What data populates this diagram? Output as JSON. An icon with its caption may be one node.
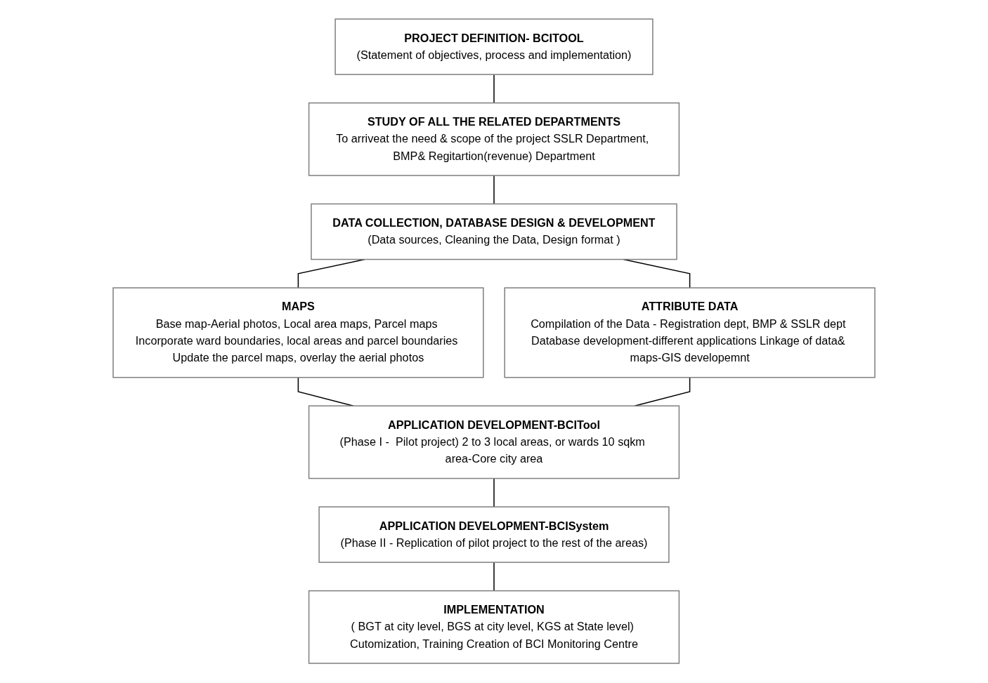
{
  "diagram": {
    "nodes": [
      {
        "text": [
          "PROJECT DEFINITION- BCITOOL",
          "(Statement of objectives, process and implementation)"
        ]
      },
      {
        "text": [
          "STUDY OF ALL THE RELATED DEPARTMENTS",
          "To arriveat the need & scope of the project SSLR Department, BMP& Regitartion(revenue) Department"
        ]
      },
      {
        "text": [
          "DATA COLLECTION, DATABASE DESIGN & DEVELOPMENT",
          "(Data sources, Cleaning the Data, Design format )"
        ]
      },
      {
        "text": [
          "MAPS",
          "Base map-Aerial photos, Local area maps, Parcel maps Incorporate ward boundaries, local areas and parcel boundaries Update the parcel maps, overlay the aerial photos"
        ]
      },
      {
        "text": [
          "ATTRIBUTE DATA",
          "Compilation of the Data - Registration dept, BMP & SSLR dept Database development-different applications Linkage of data& maps-GIS developemnt"
        ]
      },
      {
        "text": [
          "APPLICATION DEVELOPMENT-BCITool",
          "(Phase I -  Pilot project) 2 to 3 local areas, or wards 10 sqkm area-Core city area"
        ]
      },
      {
        "text": [
          "APPLICATION DEVELOPMENT-BCISystem",
          "(Phase II - Replication of pilot project to the rest of the areas)"
        ]
      },
      {
        "text": [
          "IMPLEMENTATION",
          "( BGT at city level, BGS at city level, KGS at State level) Cutomization, Training Creation of BCI Monitoring Centre"
        ]
      }
    ],
    "edges": [
      {
        "from": 0,
        "to": 1,
        "arrow": "none"
      },
      {
        "from": 1,
        "to": 2,
        "arrow": "none"
      },
      {
        "from": 2,
        "to": 3,
        "arrow": "none"
      },
      {
        "from": 2,
        "to": 4,
        "arrow": "none"
      },
      {
        "from": 3,
        "to": 5,
        "arrow": "none"
      },
      {
        "from": 4,
        "to": 5,
        "arrow": "none"
      },
      {
        "from": 5,
        "to": 6,
        "arrow": "none"
      },
      {
        "from": 6,
        "to": 7,
        "arrow": "none"
      }
    ]
  }
}
